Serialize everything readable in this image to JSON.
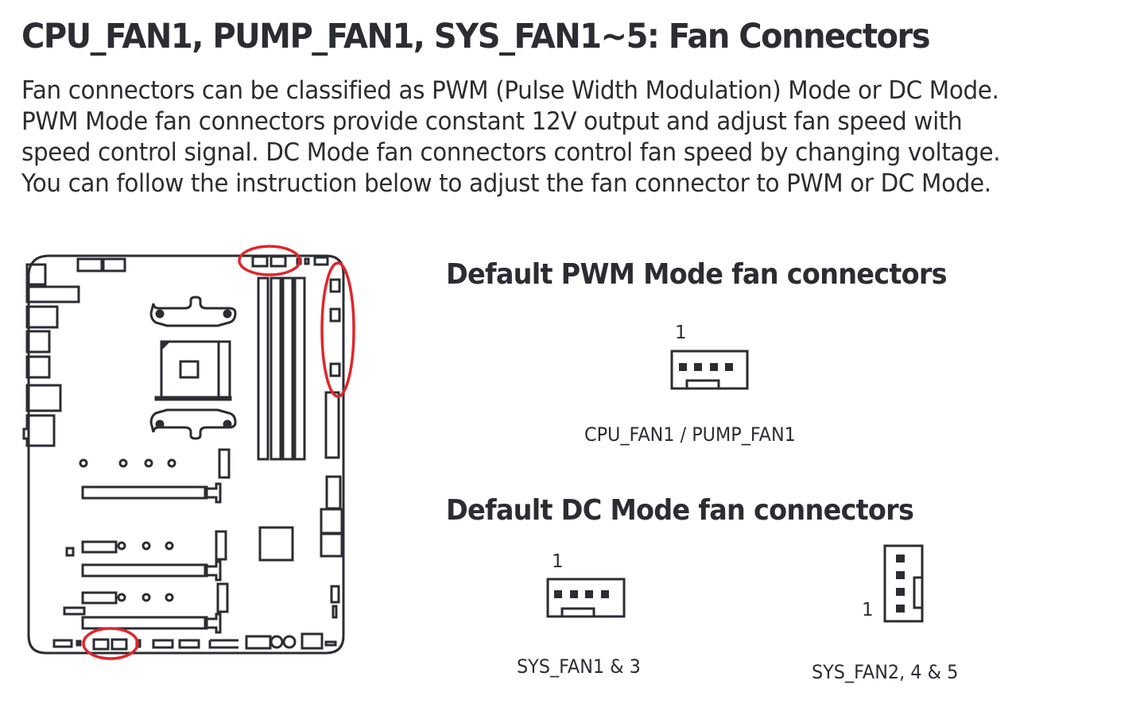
{
  "title": "CPU_FAN1, PUMP_FAN1, SYS_FAN1~5: Fan Connectors",
  "intro_lines": [
    "Fan connectors can be classified as PWM (Pulse Width Modulation) Mode or DC Mode.",
    "PWM Mode fan connectors provide constant 12V output and adjust fan speed with",
    "speed control signal. DC Mode fan connectors control fan speed by changing voltage.",
    "You can follow the instruction below to adjust the fan connector to PWM or DC Mode."
  ],
  "colors": {
    "text": "#2b2d33",
    "outline": "#2b2d33",
    "highlight": "#e0252b",
    "background": "#ffffff"
  },
  "pwm_section": {
    "heading": "Default PWM Mode fan connectors",
    "connectors": [
      {
        "pin_label": "1",
        "name": "CPU_FAN1 / PUMP_FAN1",
        "orientation": "horizontal"
      }
    ]
  },
  "dc_section": {
    "heading": "Default DC Mode fan connectors",
    "connectors": [
      {
        "pin_label": "1",
        "name": "SYS_FAN1 & 3",
        "orientation": "horizontal"
      },
      {
        "pin_label": "1",
        "name": "SYS_FAN2, 4 & 5",
        "orientation": "vertical"
      }
    ]
  },
  "diagram": {
    "description": "motherboard-layout",
    "highlighted_regions": [
      "top-edge-fan-headers",
      "right-edge-fan-headers",
      "bottom-edge-fan-headers"
    ]
  }
}
